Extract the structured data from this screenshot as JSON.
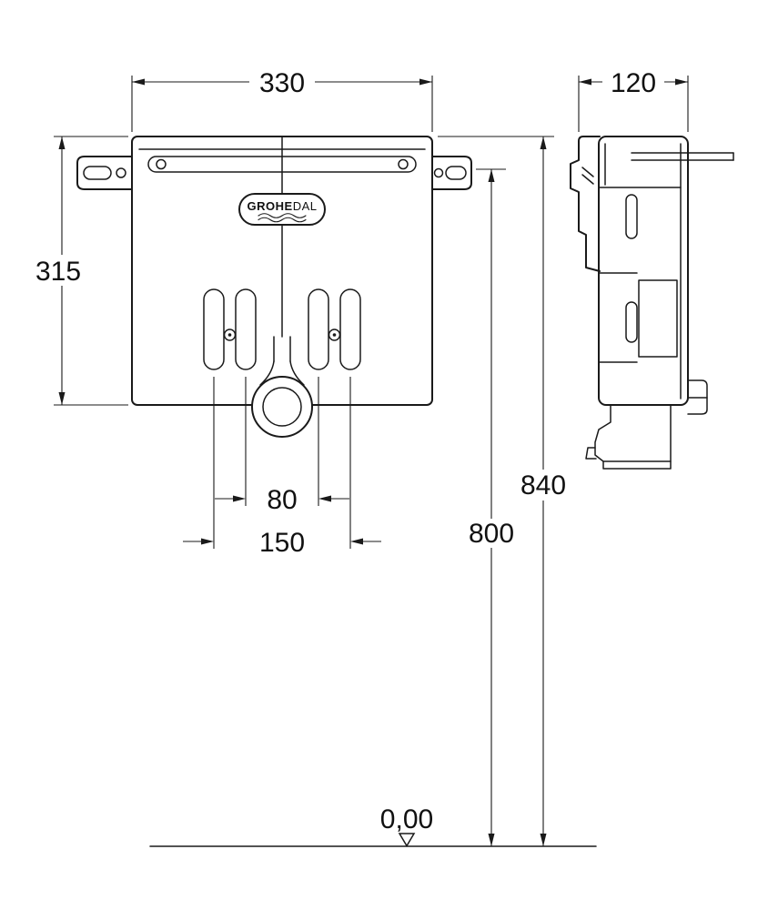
{
  "drawing": {
    "badge": {
      "brand_bold": "GROHE",
      "brand_light": "DAL"
    },
    "dimensions": {
      "plate_width": "330",
      "plate_height": "315",
      "depth": "120",
      "overall_height": "840",
      "hanger_height": "800",
      "inner_slot_spacing": "80",
      "outer_slot_spacing": "150",
      "datum_level": "0,00"
    }
  }
}
